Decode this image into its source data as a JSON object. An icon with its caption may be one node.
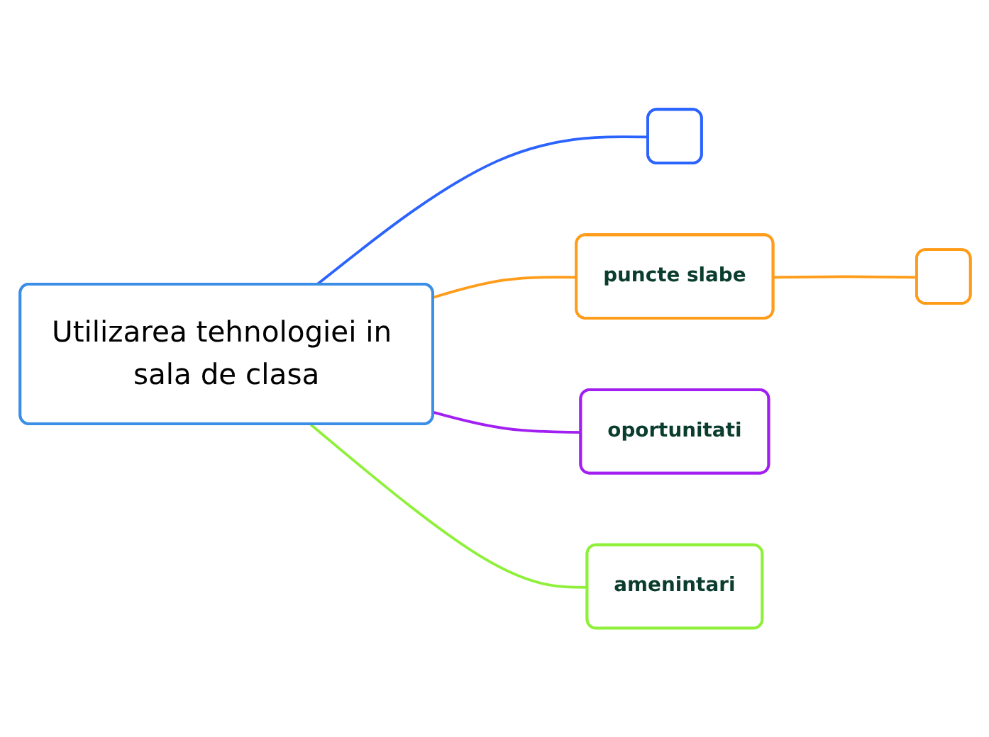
{
  "diagram": {
    "nodes": [
      {
        "text": [
          "Utilizarea tehnologiei in sala de clasa"
        ]
      },
      {
        "text": [],
        "shape": "box"
      },
      {
        "text": [
          "puncte slabe"
        ]
      },
      {
        "text": [
          "oportunitati"
        ]
      },
      {
        "text": [
          "amenintari"
        ]
      },
      {
        "text": [],
        "shape": "box"
      }
    ],
    "edges": [
      {
        "from": 0,
        "to": 1,
        "arrow": "none",
        "color": "#2b63ff"
      },
      {
        "from": 0,
        "to": 2,
        "arrow": "none",
        "color": "#ff9c1a"
      },
      {
        "from": 0,
        "to": 3,
        "arrow": "none",
        "color": "#a21ff2"
      },
      {
        "from": 0,
        "to": 4,
        "arrow": "none",
        "color": "#8ff03a"
      },
      {
        "from": 2,
        "to": 5,
        "arrow": "none",
        "color": "#ff9c1a"
      }
    ]
  }
}
